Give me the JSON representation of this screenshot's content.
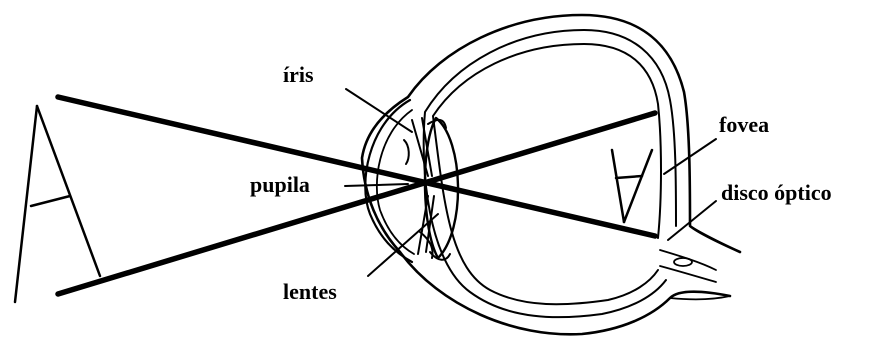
{
  "labels": {
    "iris": "íris",
    "pupila": "pupila",
    "lentes": "lentes",
    "fovea": "fovea",
    "disco_optico": "disco óptico"
  },
  "colors": {
    "ink": "#000000",
    "background": "#ffffff"
  }
}
